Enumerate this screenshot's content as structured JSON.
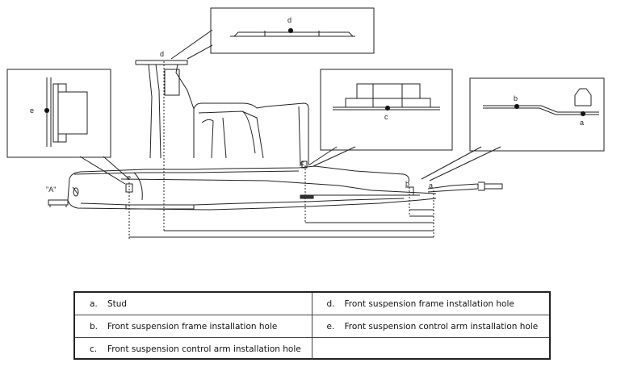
{
  "callouts": {
    "a": "a",
    "b": "b",
    "c": "c",
    "d": "d",
    "e": "e"
  },
  "view_label": "\"A\"",
  "legend": {
    "rows": [
      [
        {
          "key": "a.",
          "text": "Stud"
        },
        {
          "key": "d.",
          "text": "Front suspension frame installation hole"
        }
      ],
      [
        {
          "key": "b.",
          "text": "Front suspension frame installation hole"
        },
        {
          "key": "e.",
          "text": "Front suspension control arm installation hole"
        }
      ],
      [
        {
          "key": "c.",
          "text": "Front suspension control arm installation hole"
        },
        {
          "key": "",
          "text": ""
        }
      ]
    ]
  }
}
